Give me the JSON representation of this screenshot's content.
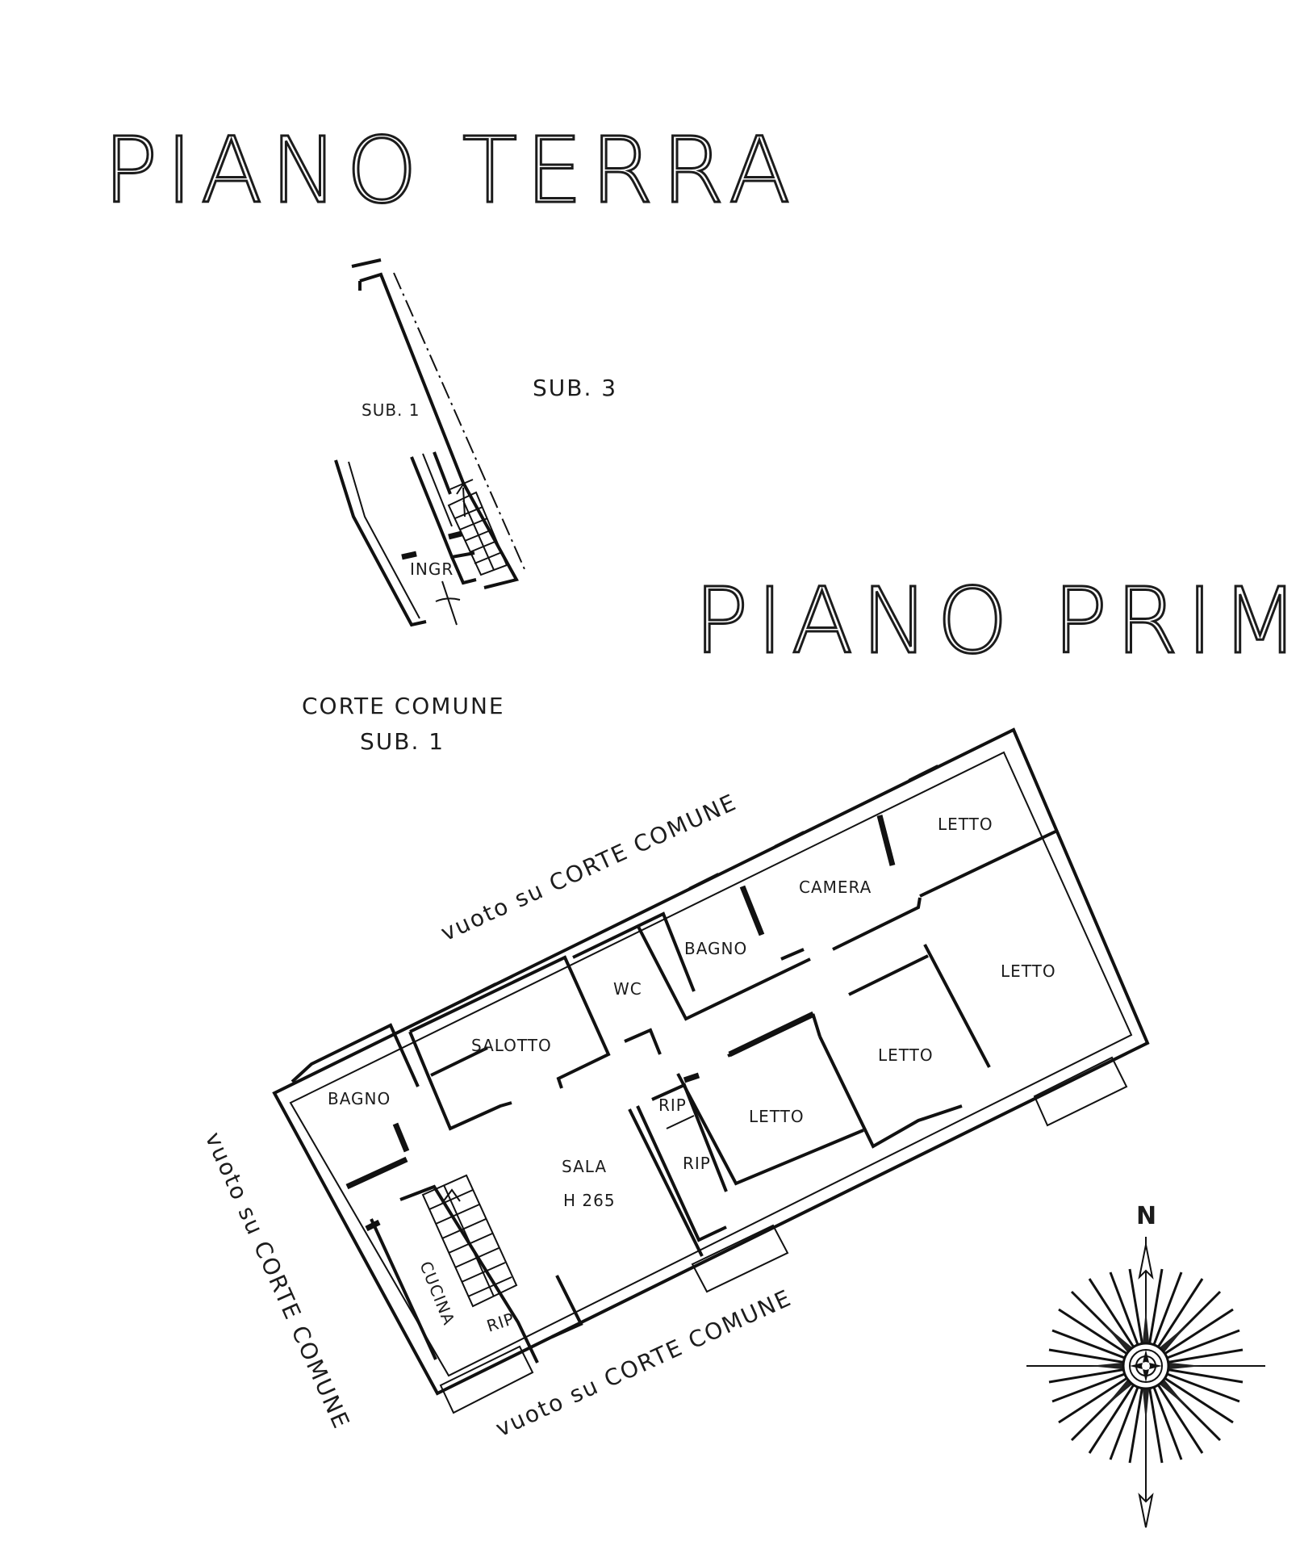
{
  "titles": {
    "ground_floor": "PIANO TERRA",
    "first_floor": "PIANO PRIMO"
  },
  "ground_floor": {
    "sub1": "SUB. 1",
    "sub3": "SUB. 3",
    "entrance": "INGR",
    "court_line1": "CORTE COMUNE",
    "court_line2": "SUB. 1"
  },
  "first_floor": {
    "rooms": {
      "letto_top": "LETTO",
      "camera": "CAMERA",
      "bagno_mid": "BAGNO",
      "letto_right": "LETTO",
      "wc": "WC",
      "salotto": "SALOTTO",
      "letto_center": "LETTO",
      "bagno_left": "BAGNO",
      "rip_upper": "RIP",
      "letto_lower": "LETTO",
      "rip_lower": "RIP",
      "sala": "SALA",
      "sala_height": "H 265",
      "cucina": "CUCINA",
      "rip_stair": "RIP"
    },
    "void_north": "vuoto su CORTE COMUNE",
    "void_west": "vuoto su CORTE COMUNE",
    "void_south": "vuoto su CORTE COMUNE"
  },
  "compass": {
    "north_label": "N"
  }
}
